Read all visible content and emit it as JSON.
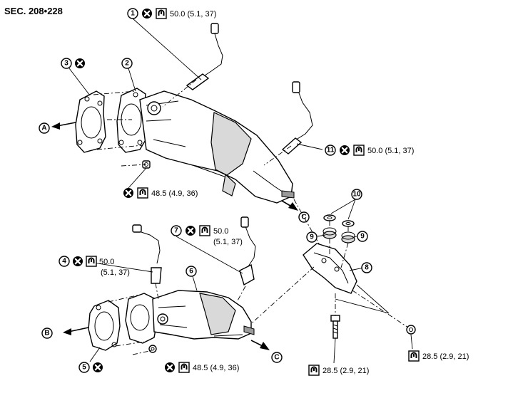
{
  "header": {
    "section_code": "SEC. 208•228"
  },
  "symbols": {
    "do_not_reuse": "do-not-reuse-icon",
    "tightening_torque": "torque-wrench-icon"
  },
  "callouts": {
    "c1": {
      "number": "1",
      "torque": "50.0 (5.1, 37)"
    },
    "c2": {
      "number": "2"
    },
    "c3": {
      "number": "3"
    },
    "c4": {
      "number": "4",
      "torque_a": "50.0",
      "torque_b": "(5.1, 37)"
    },
    "c5": {
      "number": "5"
    },
    "c6": {
      "number": "6"
    },
    "c7": {
      "number": "7",
      "torque_a": "50.0",
      "torque_b": "(5.1, 37)"
    },
    "c8": {
      "number": "8"
    },
    "c9a": {
      "number": "9"
    },
    "c9b": {
      "number": "9"
    },
    "c10": {
      "number": "10"
    },
    "c11": {
      "number": "11",
      "torque": "50.0 (5.1, 37)"
    }
  },
  "torques": {
    "upper_nut": "48.5 (4.9, 36)",
    "lower_nut": "48.5 (4.9, 36)",
    "bracket_bolt": "28.5 (2.9, 21)",
    "bracket_nut": "28.5 (2.9, 21)"
  },
  "arrows": {
    "a": "A",
    "b": "B",
    "c_upper": "C",
    "c_lower": "C"
  }
}
